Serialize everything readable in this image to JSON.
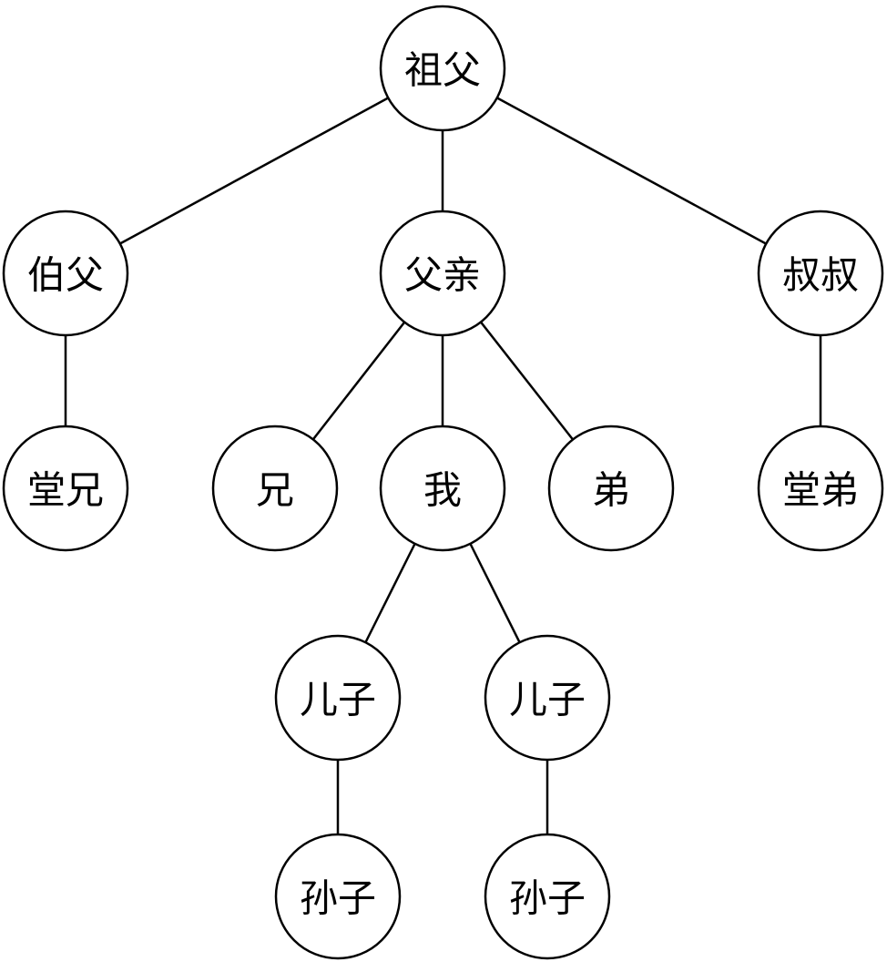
{
  "diagram": {
    "type": "family-tree",
    "colors": {
      "stroke": "#000000",
      "fill": "#ffffff",
      "text": "#000000"
    },
    "nodes": [
      {
        "id": "grandfather",
        "label": "祖父"
      },
      {
        "id": "uncle-elder",
        "label": "伯父"
      },
      {
        "id": "father",
        "label": "父亲"
      },
      {
        "id": "uncle-younger",
        "label": "叔叔"
      },
      {
        "id": "cousin-elder",
        "label": "堂兄"
      },
      {
        "id": "elder-brother",
        "label": "兄"
      },
      {
        "id": "me",
        "label": "我"
      },
      {
        "id": "younger-brother",
        "label": "弟"
      },
      {
        "id": "cousin-younger",
        "label": "堂弟"
      },
      {
        "id": "son-1",
        "label": "儿子"
      },
      {
        "id": "son-2",
        "label": "儿子"
      },
      {
        "id": "grandson-1",
        "label": "孙子"
      },
      {
        "id": "grandson-2",
        "label": "孙子"
      }
    ],
    "edges": [
      {
        "from": "grandfather",
        "to": "uncle-elder"
      },
      {
        "from": "grandfather",
        "to": "father"
      },
      {
        "from": "grandfather",
        "to": "uncle-younger"
      },
      {
        "from": "uncle-elder",
        "to": "cousin-elder"
      },
      {
        "from": "father",
        "to": "elder-brother"
      },
      {
        "from": "father",
        "to": "me"
      },
      {
        "from": "father",
        "to": "younger-brother"
      },
      {
        "from": "uncle-younger",
        "to": "cousin-younger"
      },
      {
        "from": "me",
        "to": "son-1"
      },
      {
        "from": "me",
        "to": "son-2"
      },
      {
        "from": "son-1",
        "to": "grandson-1"
      },
      {
        "from": "son-2",
        "to": "grandson-2"
      }
    ]
  }
}
